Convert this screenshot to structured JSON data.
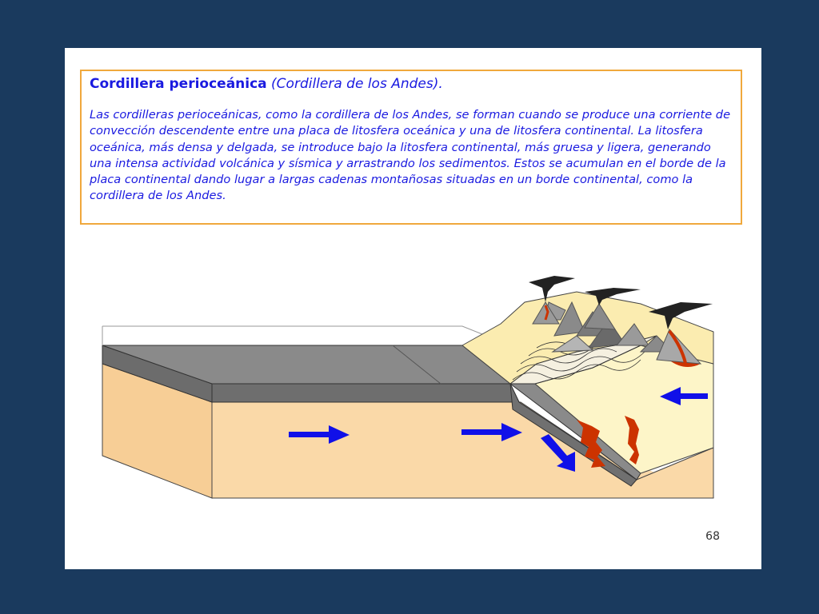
{
  "slide": {
    "title_bold": "Cordillera perioceánica",
    "title_paren": "(Cordillera de los Andes).",
    "paragraph": "Las cordilleras perioceánicas, como la cordillera de los Andes, se forman cuando se produce una corriente de convección descendente entre una placa de litosfera oceánica y una de litosfera continental. La litosfera oceánica, más densa y delgada, se introduce bajo la litosfera continental, más gruesa y ligera, generando una intensa actividad volcánica y sísmica y arrastrando los sedimentos. Estos se acumulan en el borde de la placa continental dando lugar a largas cadenas montañosas situadas en un borde continental, como la cordillera de los Andes.",
    "page_number": "68"
  },
  "colors": {
    "background": "#1a3a5e",
    "border": "#f0a83c",
    "text": "#1a1ae0",
    "arrow": "#1010e8",
    "oceanic_plate": "#808080",
    "mantle": "#fad9a8",
    "continental": "#fdf5c8",
    "magma": "#cc3300"
  }
}
